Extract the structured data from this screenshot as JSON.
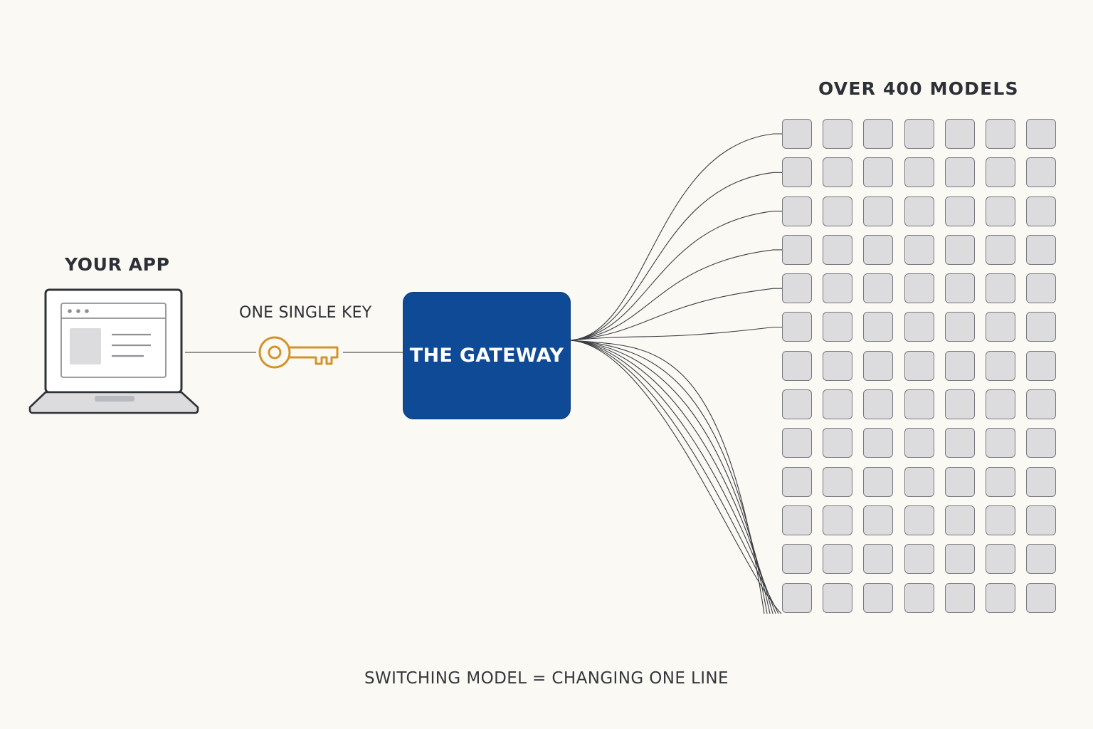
{
  "app": {
    "label": "YOUR APP",
    "icon": "laptop-icon"
  },
  "key": {
    "label": "ONE SINGLE KEY",
    "icon": "key-icon",
    "color": "#d4932a"
  },
  "gateway": {
    "label": "THE GATEWAY",
    "color": "#0f4a96"
  },
  "models": {
    "label": "OVER 400 MODELS",
    "grid_rows": 13,
    "grid_columns": 7
  },
  "caption": "SWITCHING MODEL = CHANGING ONE LINE"
}
